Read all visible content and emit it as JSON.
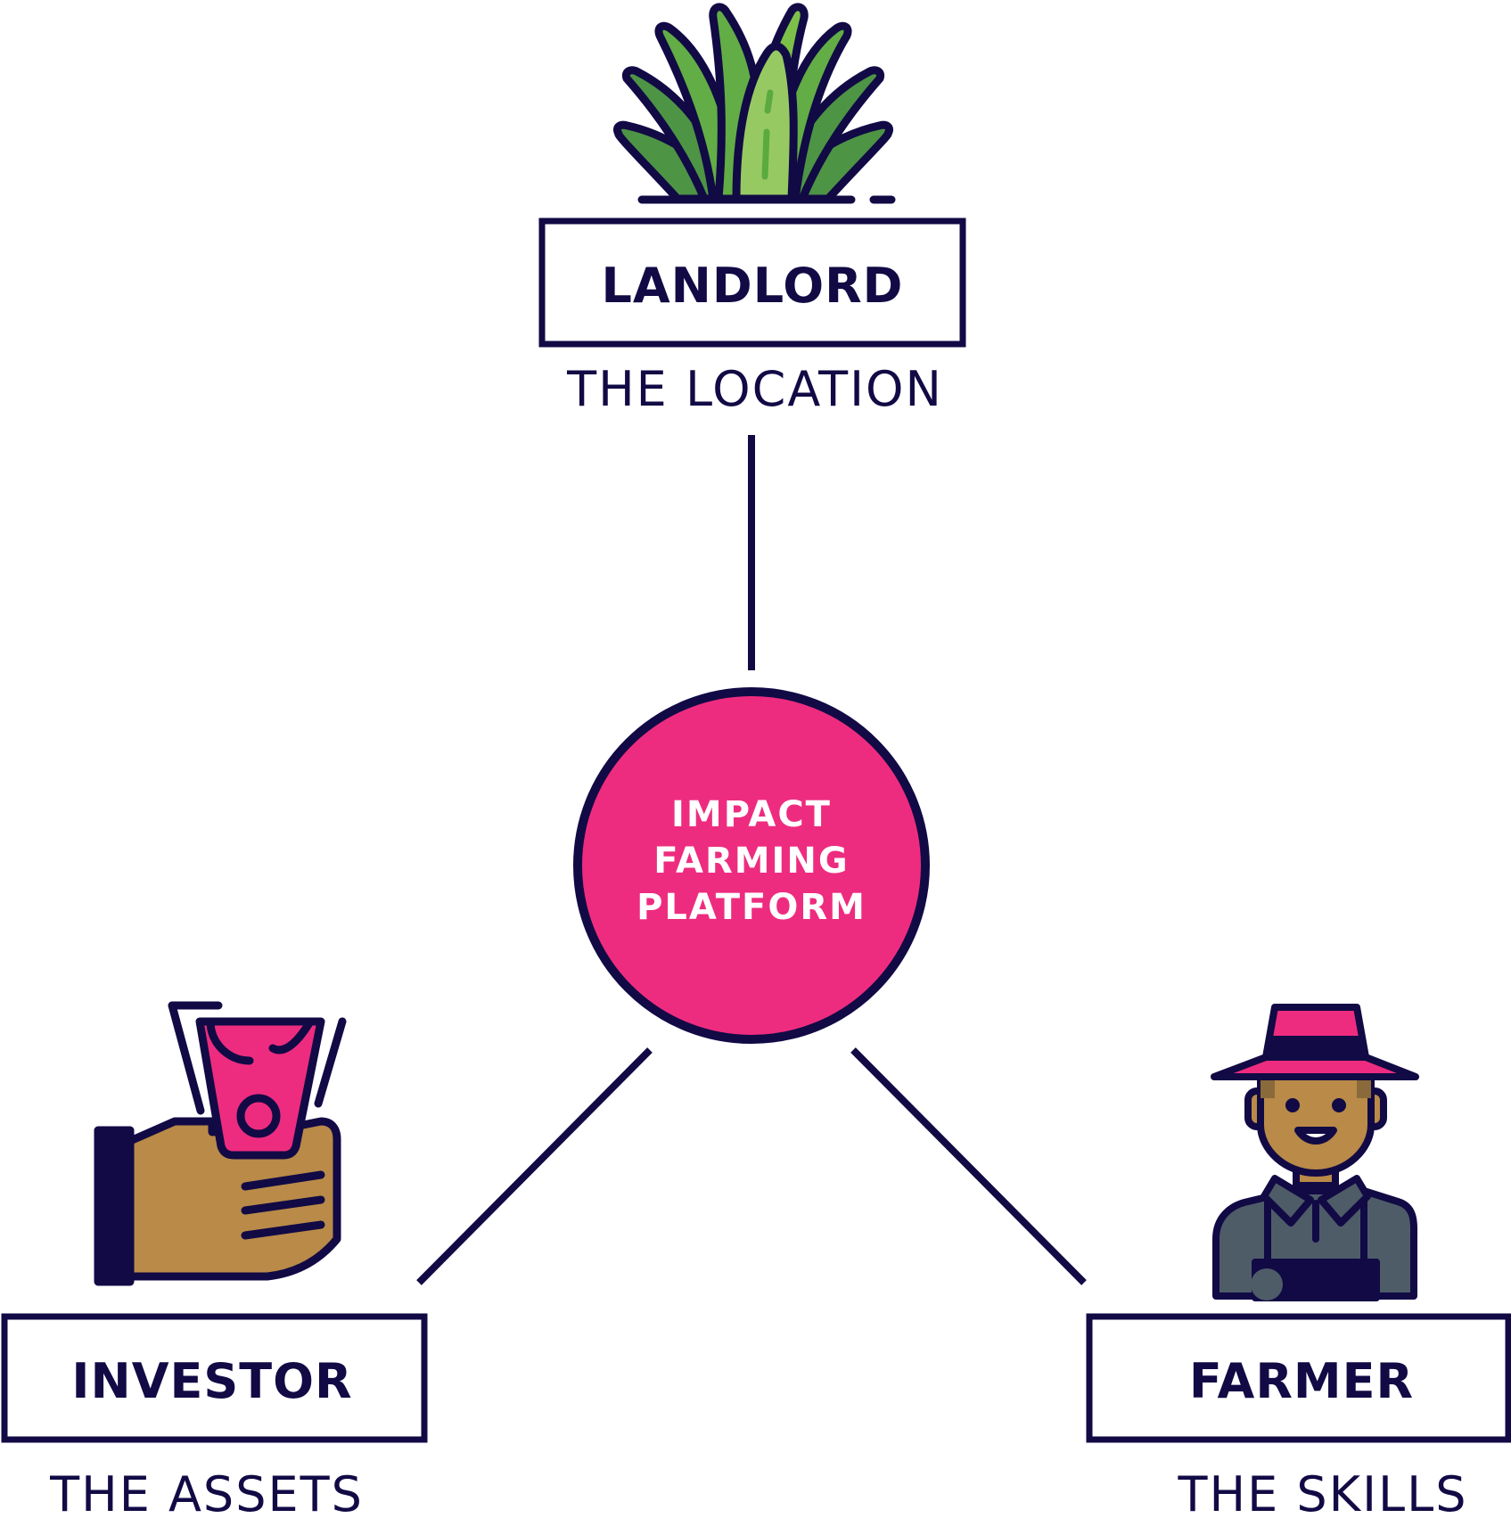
{
  "colors": {
    "navy": "#110a45",
    "pink": "#ee2c7f",
    "hub_text": "#ffffff",
    "leaf_dark": "#4e9445",
    "leaf_mid": "#62ad46",
    "leaf_light": "#7cc04a",
    "leaf_pale": "#97c963",
    "skin": "#b98a48",
    "shirt": "#4e5c68"
  },
  "hub": {
    "line1": "IMPACT",
    "line2": "FARMING",
    "line3": "PLATFORM"
  },
  "landlord": {
    "label": "LANDLORD",
    "sublabel": "THE LOCATION",
    "icon": "grass-icon"
  },
  "investor": {
    "label": "INVESTOR",
    "sublabel": "THE ASSETS",
    "icon": "hand-with-money-icon"
  },
  "farmer": {
    "label": "FARMER",
    "sublabel": "THE SKILLS",
    "icon": "farmer-icon"
  }
}
